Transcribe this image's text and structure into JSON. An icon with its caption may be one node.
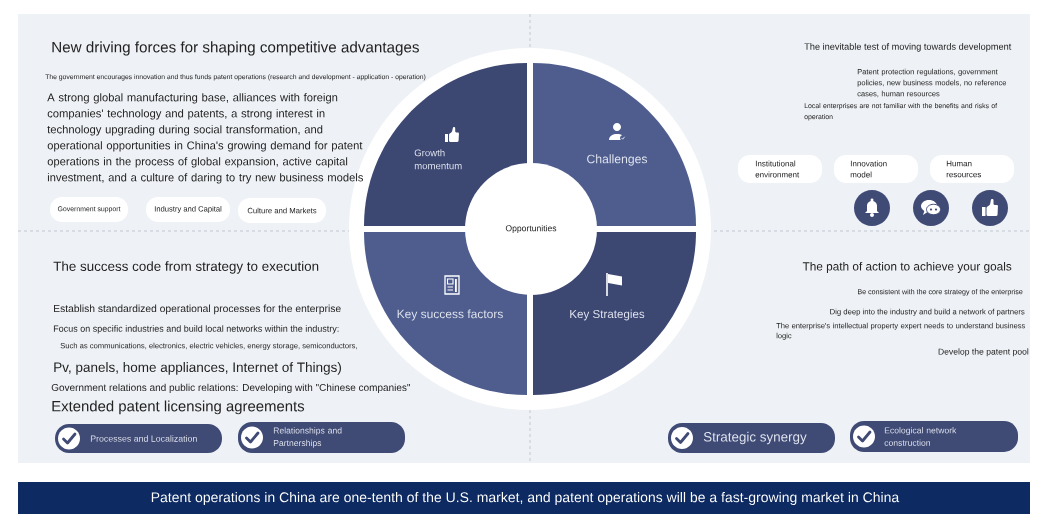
{
  "diagram": {
    "nodes": [
      {
        "text": [
          "Growth momentum"
        ]
      },
      {
        "text": [
          "Challenges"
        ]
      },
      {
        "text": [
          "Opportunities"
        ]
      },
      {
        "text": [
          "Key success factors"
        ]
      },
      {
        "text": [
          "Key Strategies"
        ]
      },
      {
        "text": [
          "Government support"
        ]
      },
      {
        "text": [
          "Industry and Capital"
        ]
      },
      {
        "text": [
          "Culture and Markets"
        ]
      },
      {
        "text": [
          "Institutional environment"
        ]
      },
      {
        "text": [
          "Innovation model"
        ]
      },
      {
        "text": [
          "Human resources"
        ]
      },
      {
        "text": [
          "Processes and Localization"
        ]
      },
      {
        "text": [
          "Relationships and Partnerships"
        ]
      },
      {
        "text": [
          "Strategic synergy"
        ]
      },
      {
        "text": [
          "Ecological network construction"
        ]
      },
      {
        "text": [
          "Patent operations in China are one-tenth of the U.S. market, and patent operations will be a fast-growing market in China"
        ]
      }
    ],
    "labels": [
      "New driving forces for shaping competitive advantages",
      "The government encourages innovation and thus funds patent operations (research and development - application - operation)",
      "A strong global manufacturing base, alliances with foreign companies' technology and patents, a strong interest in technology upgrading during social transformation, and operational opportunities in China's growing demand for patent operations in the process of global expansion, active capital investment, and a culture of daring to try new business models",
      "The inevitable test of moving towards development",
      "Patent protection regulations, government policies, new business models, no reference cases, human resources",
      "Local enterprises are not familiar with the benefits and risks of operation",
      "The success code from strategy to execution",
      "Establish standardized operational processes for the enterprise",
      "Focus on specific industries and build local networks within the industry:",
      "Such as communications, electronics, electric vehicles, energy storage, semiconductors,",
      "Pv, panels, home appliances, Internet of Things)",
      "Government relations and public relations: Developing with \"Chinese companies\"",
      "Extended patent licensing agreements",
      "The path of action to achieve your goals",
      "Be consistent with the core strategy of the enterprise",
      "Dig deep into the industry and build a network of partners",
      "The enterprise's intellectual property expert needs to understand business logic",
      "Develop the patent pool"
    ]
  }
}
